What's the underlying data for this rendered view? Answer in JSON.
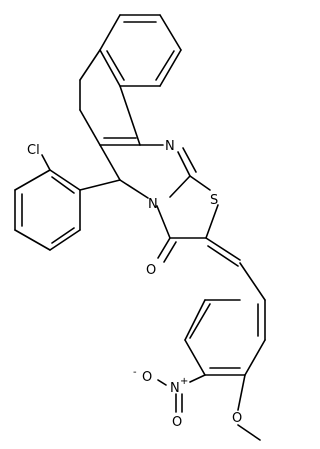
{
  "diagram": {
    "type": "chemical-structure",
    "atom_labels": {
      "chlorine": "Cl",
      "ring_nitrogen_1": "N",
      "ring_nitrogen_2": "N",
      "sulfur": "S",
      "carbonyl_oxygen": "O",
      "nitro_oxygen_minus": "O",
      "nitro_minus_sign": "-",
      "nitro_nitrogen": "N",
      "nitro_plus_sign": "+",
      "nitro_oxygen_double": "O",
      "methoxy_oxygen": "O"
    }
  }
}
